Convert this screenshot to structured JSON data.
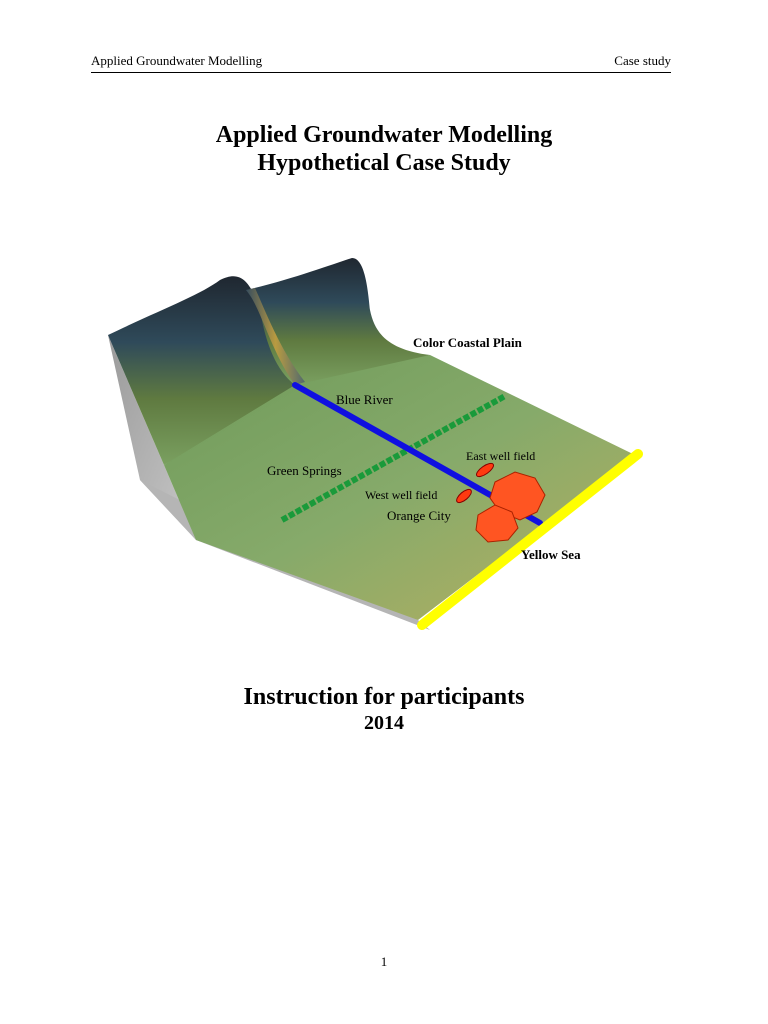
{
  "header": {
    "left": "Applied Groundwater Modelling",
    "right": "Case study"
  },
  "title": {
    "line1": "Applied Groundwater Modelling",
    "line2": "Hypothetical Case Study"
  },
  "figure": {
    "labels": {
      "plain": "Color Coastal Plain",
      "river": "Blue River",
      "springs": "Green Springs",
      "east_well": "East well field",
      "west_well": "West well field",
      "city": "Orange City",
      "sea": "Yellow Sea"
    },
    "colors": {
      "river": "#1010e0",
      "springs": "#1a9a3a",
      "sea": "#ffff00",
      "city": "#ff5522",
      "plain_light": "#8fb070",
      "plain_dark": "#2a2f3a"
    }
  },
  "subtitle": {
    "line1": "Instruction for participants",
    "year": "2014"
  },
  "footer": {
    "page": "1"
  }
}
